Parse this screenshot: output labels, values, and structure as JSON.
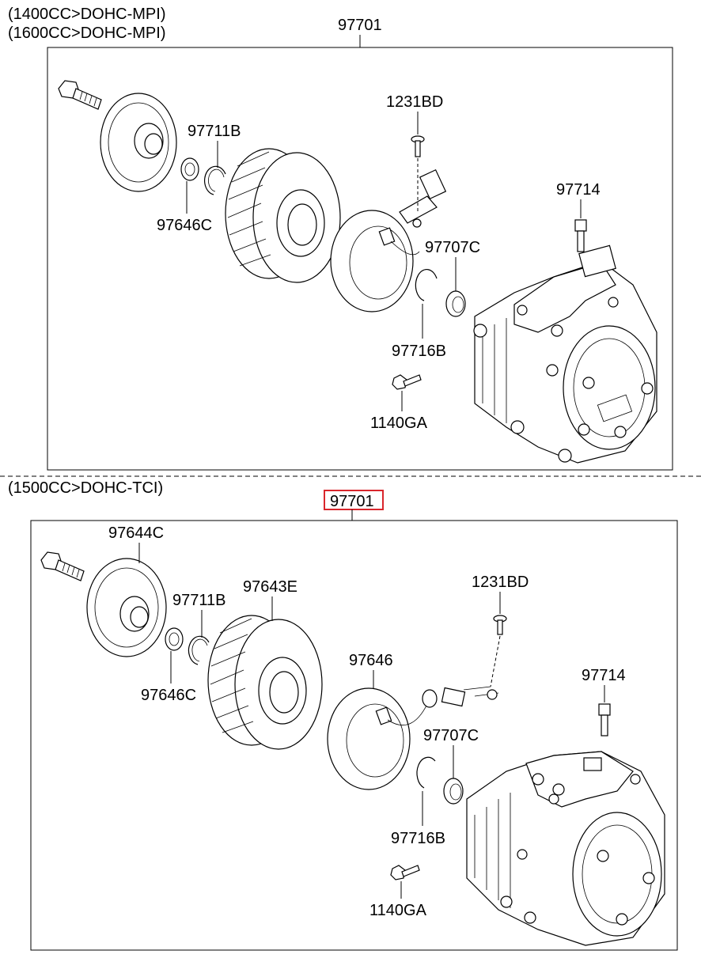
{
  "section_top": {
    "variant_lines": [
      "(1400CC>DOHC-MPI)",
      "(1600CC>DOHC-MPI)"
    ],
    "assembly_code": "97701",
    "labels": {
      "bolt_center": "1231BD",
      "snap_ring_large": "97711B",
      "washer": "97646C",
      "bolt_top": "97714",
      "shim": "97707C",
      "snap_ring_small": "97716B",
      "bolt_bottom": "1140GA"
    }
  },
  "section_bottom": {
    "variant_line": "(1500CC>DOHC-TCI)",
    "assembly_code": "97701",
    "assembly_highlight_color": "#d9262c",
    "labels": {
      "disc": "97644C",
      "snap_ring_large": "97711B",
      "pulley": "97643E",
      "bolt_center": "1231BD",
      "washer": "97646C",
      "coil": "97646",
      "bolt_top": "97714",
      "shim": "97707C",
      "snap_ring_small": "97716B",
      "bolt_bottom": "1140GA"
    }
  }
}
